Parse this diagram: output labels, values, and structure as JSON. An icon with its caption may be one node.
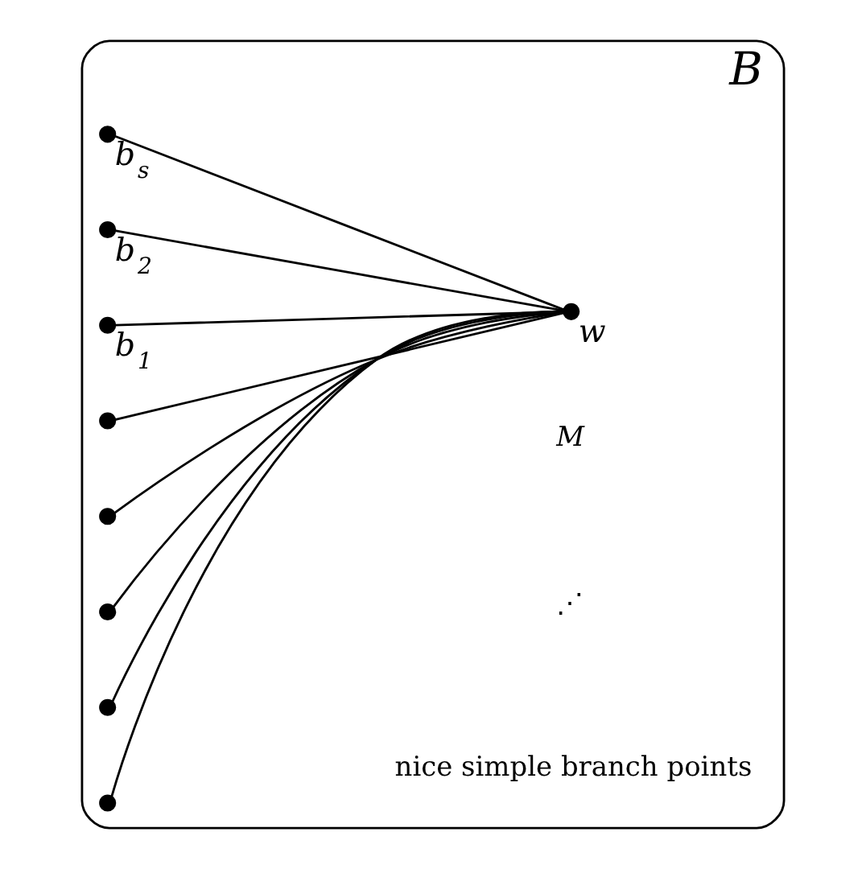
{
  "diagram": {
    "nodes": [
      {
        "text": [
          "B"
        ]
      },
      {
        "text": [],
        "shape": "circle",
        "in": 0,
        "beside": [
          "b$_{s}$"
        ]
      },
      {
        "text": [],
        "shape": "circle",
        "in": 0,
        "beside": [
          "b$_{2}$"
        ]
      },
      {
        "text": [],
        "shape": "circle",
        "in": 0,
        "beside": [
          "b$_{1}$"
        ]
      },
      {
        "text": [],
        "shape": "circle",
        "in": 0
      },
      {
        "text": [],
        "shape": "circle",
        "in": 0
      },
      {
        "text": [],
        "shape": "circle",
        "in": 0
      },
      {
        "text": [],
        "shape": "circle",
        "in": 0
      },
      {
        "text": [],
        "shape": "circle",
        "in": 0
      },
      {
        "text": [],
        "shape": "circle",
        "in": 0,
        "beside": [
          "w"
        ]
      }
    ],
    "edges": [
      {
        "from": 9,
        "to": 1,
        "arrow": "none"
      },
      {
        "from": 9,
        "to": 2,
        "arrow": "none"
      },
      {
        "from": 9,
        "to": 3,
        "arrow": "none"
      },
      {
        "from": 9,
        "to": 4,
        "arrow": "none"
      },
      {
        "from": 9,
        "to": 5,
        "arrow": "none"
      },
      {
        "from": 9,
        "to": 6,
        "arrow": "none"
      },
      {
        "from": 9,
        "to": 7,
        "arrow": "none"
      },
      {
        "from": 9,
        "to": 8,
        "arrow": "none"
      }
    ],
    "labels": [
      "M",
      "⋰",
      "nice simple branch points"
    ]
  }
}
